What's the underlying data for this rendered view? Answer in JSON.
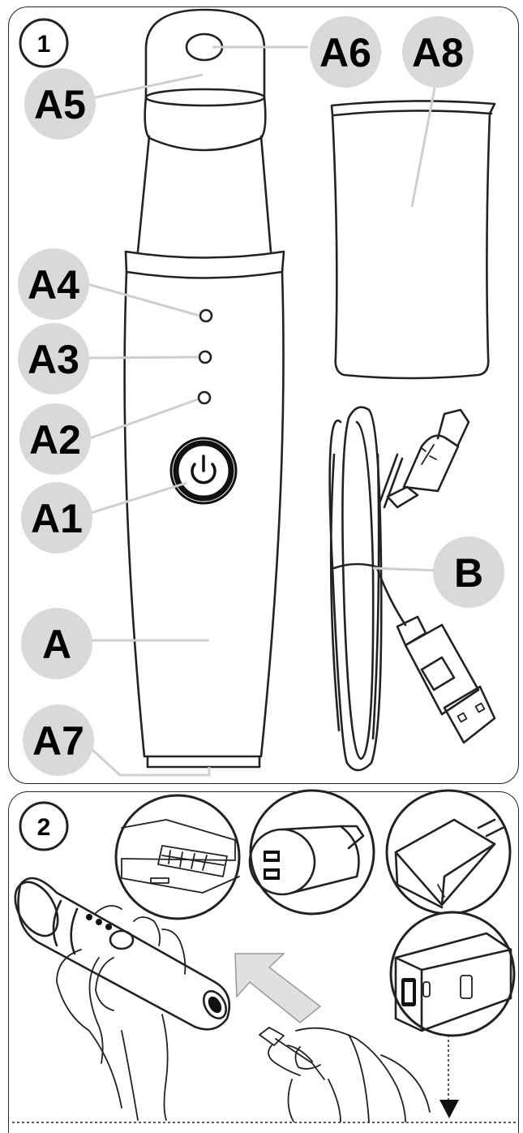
{
  "step1": {
    "number": "1",
    "labels": {
      "a": "A",
      "a1": "A1",
      "a2": "A2",
      "a3": "A3",
      "a4": "A4",
      "a5": "A5",
      "a6": "A6",
      "a7": "A7",
      "a8": "A8",
      "b": "B"
    }
  },
  "step2": {
    "number": "2"
  },
  "icons": [
    "power-icon",
    "usb-icon",
    "arrow-icon",
    "down-arrow-icon"
  ],
  "colors": {
    "line": "#222222",
    "bubble": "#d9d9d9",
    "leader": "#cfcfcf",
    "arrow_fill": "#e0e0e0"
  }
}
